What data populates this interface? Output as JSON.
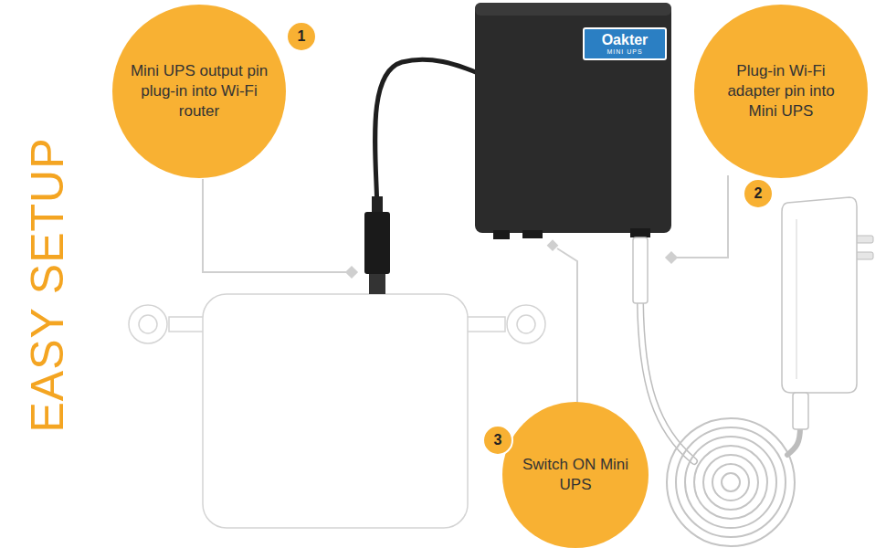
{
  "diagram": {
    "title": "EASY SETUP",
    "nodes": [
      {
        "text": [
          "Mini UPS output pin plug-in into Wi-Fi router"
        ]
      },
      {
        "text": [
          "Oakter",
          "MINI UPS"
        ]
      },
      {
        "text": [
          "Plug-in Wi-Fi adapter pin into Mini UPS"
        ]
      },
      {
        "text": [
          "Switch ON Mini UPS"
        ]
      }
    ],
    "labels": [
      "1",
      "2",
      "3"
    ]
  }
}
